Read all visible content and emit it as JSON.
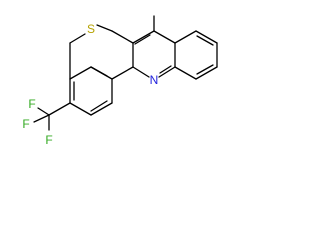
{
  "molecule": {
    "atoms": [
      {
        "id": "a_s",
        "symbol": "S",
        "color": "#b5a200"
      },
      {
        "id": "a_n",
        "symbol": "N",
        "color": "#2222dd"
      },
      {
        "id": "a_f1",
        "symbol": "F",
        "color": "#33aa22"
      },
      {
        "id": "a_f2",
        "symbol": "F",
        "color": "#33aa22"
      },
      {
        "id": "a_f3",
        "symbol": "F",
        "color": "#33aa22"
      }
    ],
    "bond_color": "#000000"
  }
}
